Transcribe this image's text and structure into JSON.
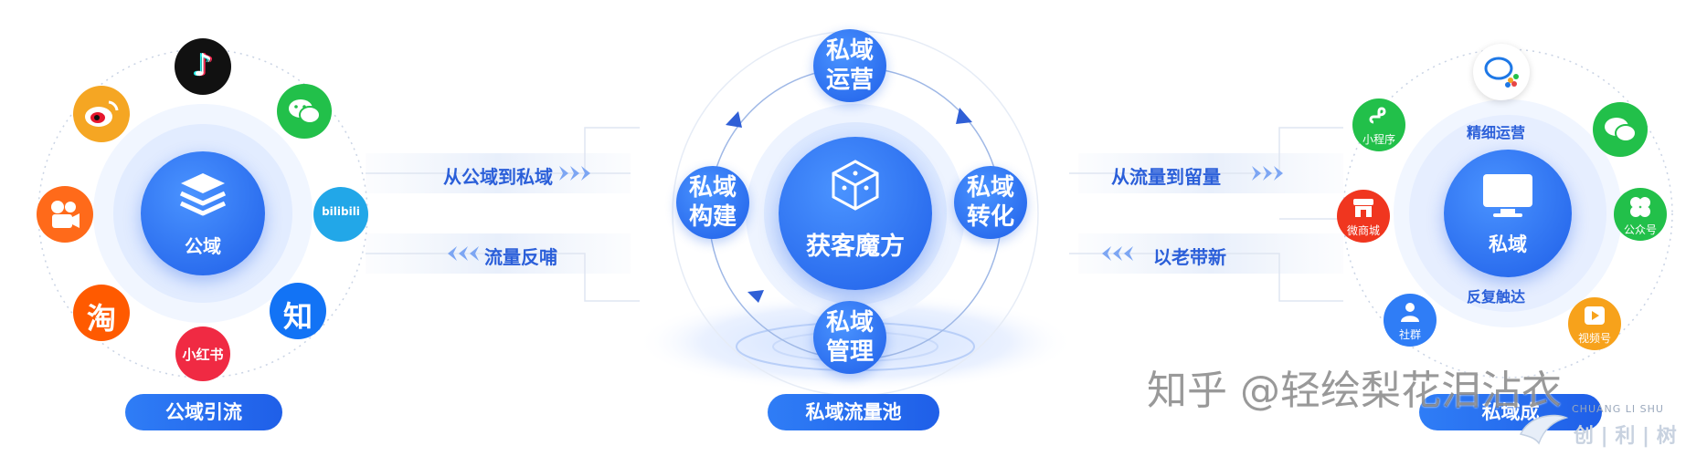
{
  "left": {
    "center_label": "公域",
    "caption": "公域引流",
    "icons": [
      {
        "name": "douyin-icon",
        "glyph": "♪",
        "color": "#111111"
      },
      {
        "name": "wechat-icon",
        "glyph": "",
        "color": "#22c04a"
      },
      {
        "name": "bilibili-icon",
        "glyph": "bilibili",
        "color": "#22a7e8"
      },
      {
        "name": "zhihu-icon",
        "glyph": "知",
        "color": "#1273f5"
      },
      {
        "name": "xiaohongshu-icon",
        "glyph": "小红书",
        "color": "#f02a43"
      },
      {
        "name": "taobao-icon",
        "glyph": "淘",
        "color": "#ff5a00"
      },
      {
        "name": "kuaishou-icon",
        "glyph": "",
        "color": "#ff6a1a"
      },
      {
        "name": "weibo-icon",
        "glyph": "",
        "color": "#f5a623"
      }
    ]
  },
  "flows_left": {
    "top": "从公域到私域",
    "bottom": "流量反哺"
  },
  "center": {
    "hub_label": "获客魔方",
    "caption": "私域流量池",
    "nodes": {
      "top": "私域运营",
      "left": "私域构建",
      "right": "私域转化",
      "bottom": "私域管理"
    }
  },
  "flows_right": {
    "top": "从流量到留量",
    "bottom": "以老带新"
  },
  "right": {
    "center_label": "私域",
    "top_text": "精细运营",
    "bottom_text": "反复触达",
    "caption": "私域成",
    "icons": [
      {
        "name": "wechat-work-icon",
        "label": "",
        "color": "#ffffff"
      },
      {
        "name": "wechat-icon",
        "label": "",
        "color": "#22c04a"
      },
      {
        "name": "official-account-icon",
        "label": "公众号",
        "color": "#22c04a"
      },
      {
        "name": "video-account-icon",
        "label": "视频号",
        "color": "#f7a21b"
      },
      {
        "name": "community-icon",
        "label": "社群",
        "color": "#2f7df6"
      },
      {
        "name": "micro-mall-icon",
        "label": "微商城",
        "color": "#f0361f"
      },
      {
        "name": "mini-program-icon",
        "label": "小程序",
        "color": "#22c04a"
      }
    ]
  },
  "watermark": {
    "text": "知乎 @轻绘梨花泪沾衣",
    "logo_top": "CHUANG LI SHU",
    "logo_bottom": "创 | 利 | 树"
  },
  "colors": {
    "primary": "#2f7df6",
    "flow_text": "#2b5fd9"
  }
}
